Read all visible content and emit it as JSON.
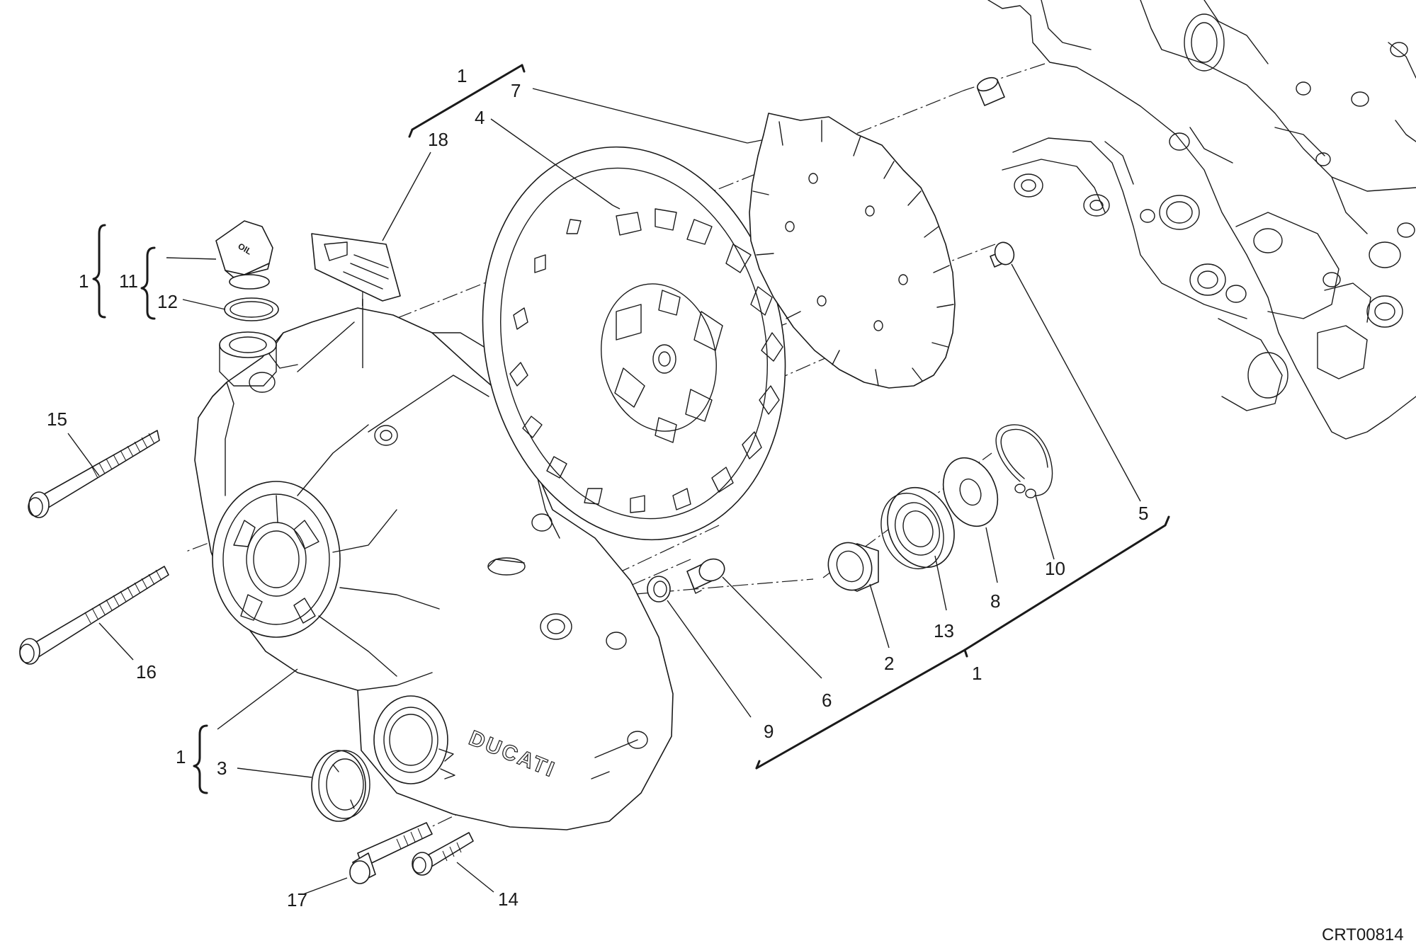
{
  "labels": {
    "l1_top": "1",
    "l7": "7",
    "l4": "4",
    "l18": "18",
    "l1_left": "1",
    "l11": "11",
    "l12": "12",
    "l15": "15",
    "l16": "16",
    "l1_bottom": "1",
    "l3": "3",
    "l17": "17",
    "l14": "14",
    "l5": "5",
    "l10": "10",
    "l8": "8",
    "l13": "13",
    "l2": "2",
    "l1_right": "1",
    "l6": "6",
    "l9": "9"
  },
  "cover_logo": "DUCATI",
  "drawing_code": "CRT00814"
}
